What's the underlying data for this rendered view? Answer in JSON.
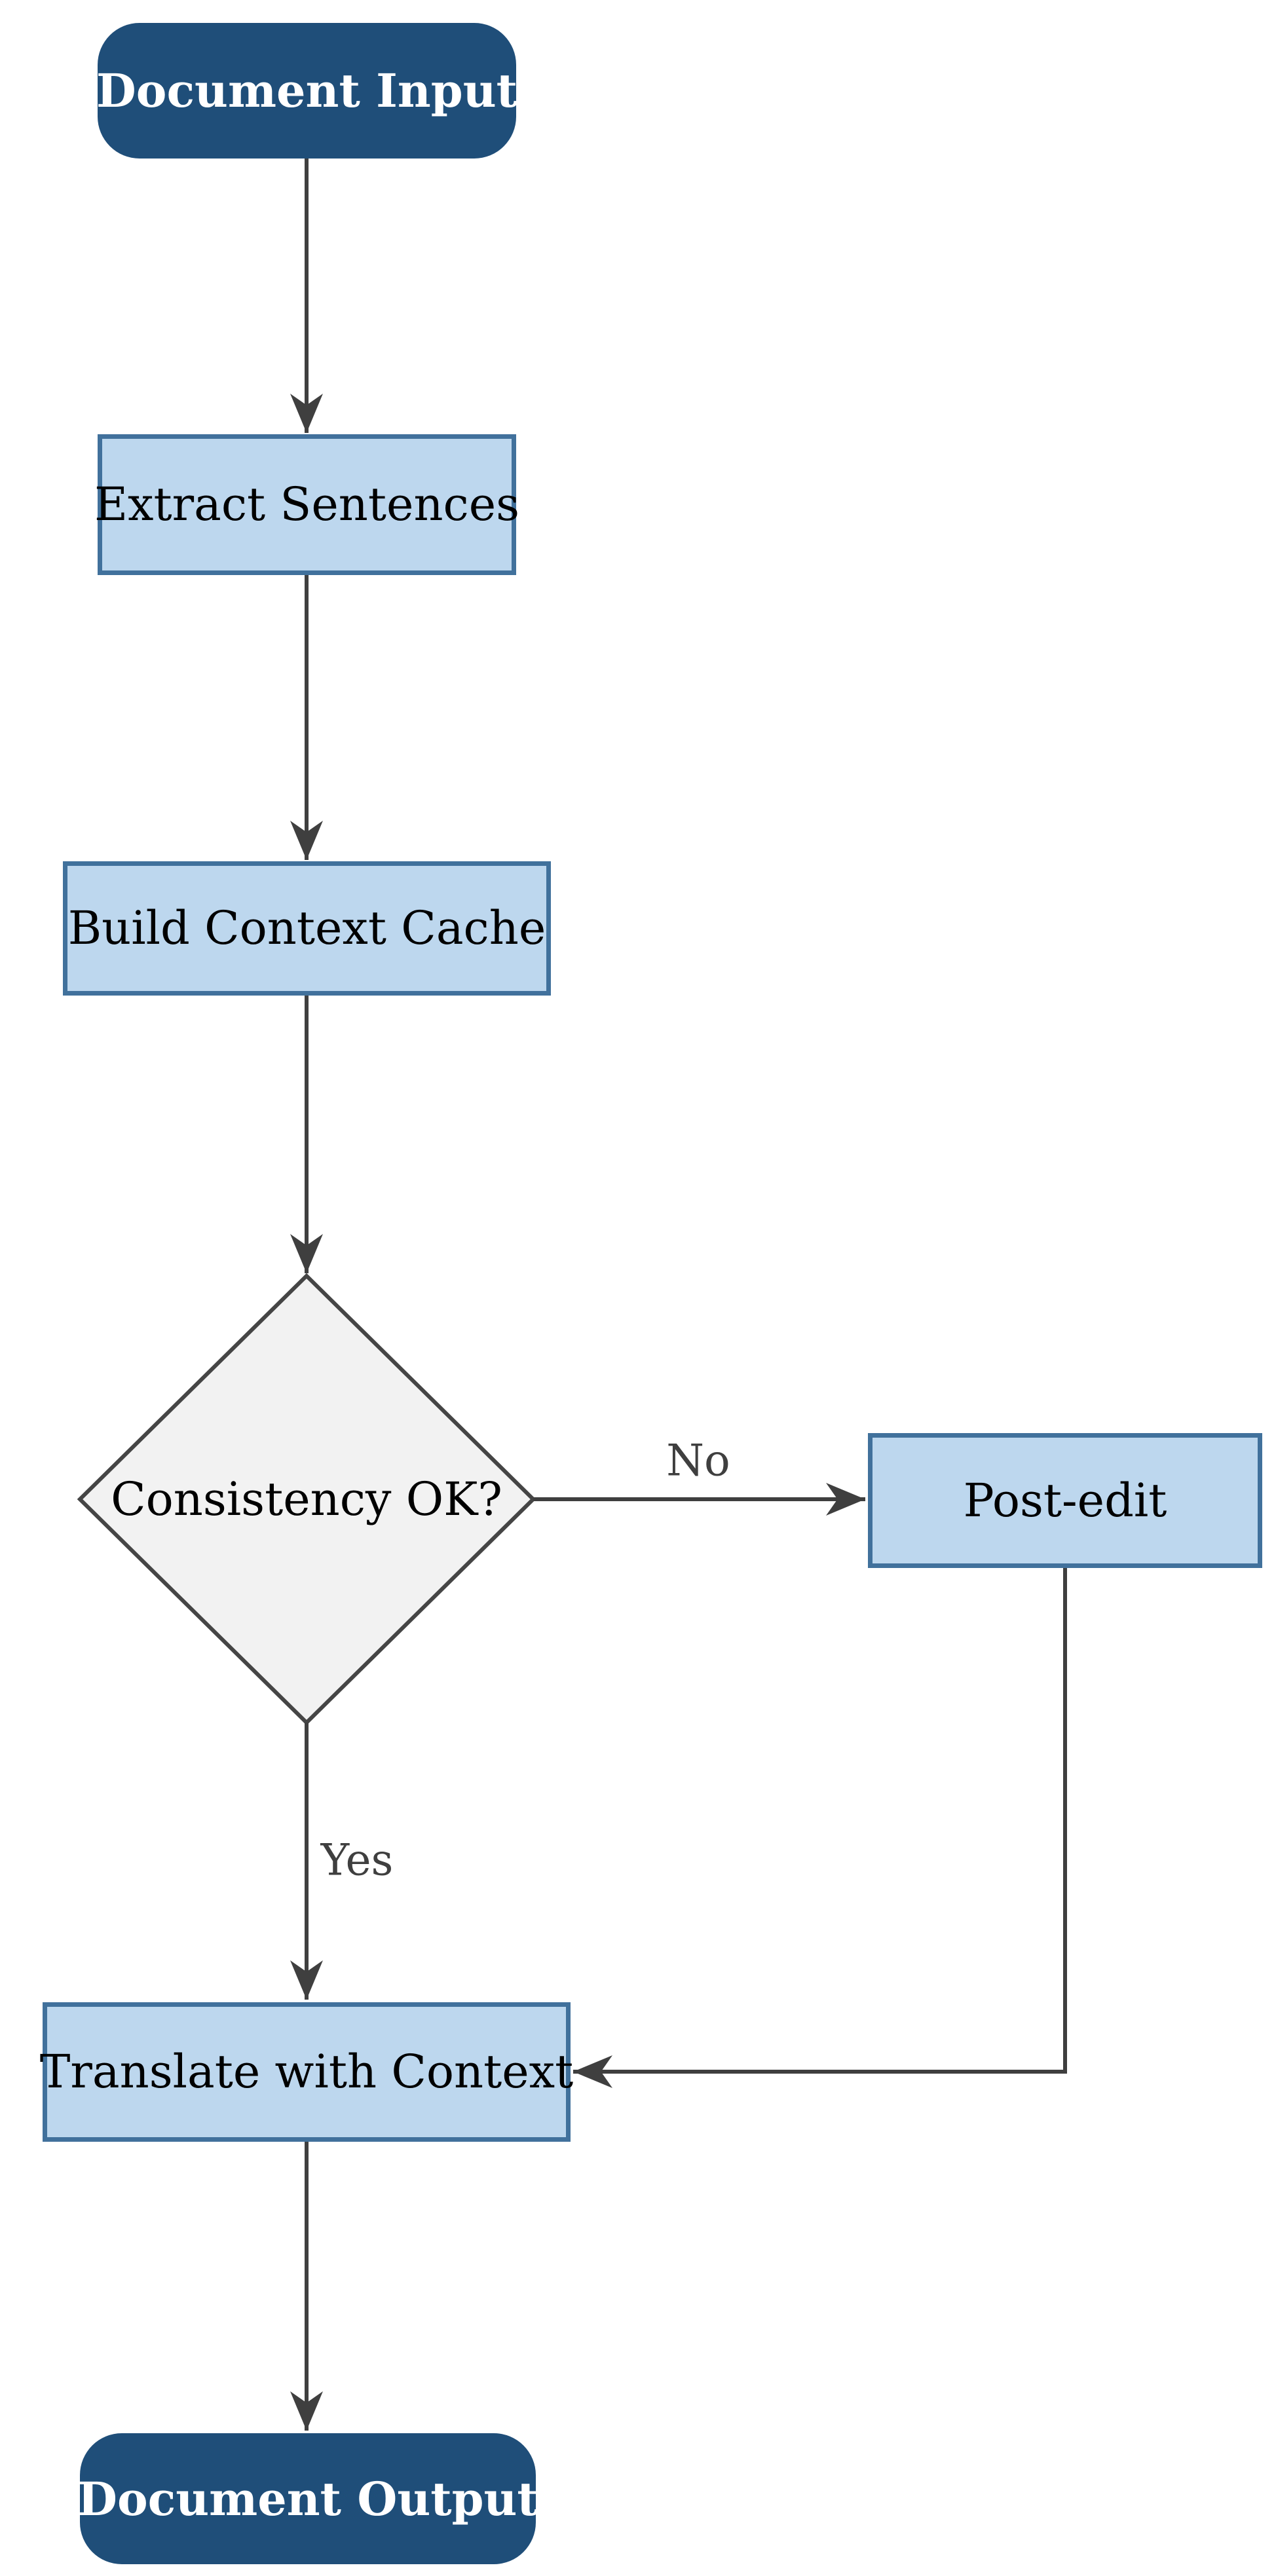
{
  "diagram": {
    "type": "flowchart",
    "direction": "top-down",
    "nodes": [
      {
        "id": "start",
        "shape": "stadium",
        "label": "Document Input"
      },
      {
        "id": "extract",
        "shape": "rect",
        "label": "Extract Sentences"
      },
      {
        "id": "build",
        "shape": "rect",
        "label": "Build Context Cache"
      },
      {
        "id": "decision",
        "shape": "diamond",
        "label": "Consistency OK?"
      },
      {
        "id": "postedit",
        "shape": "rect",
        "label": "Post-edit"
      },
      {
        "id": "translate",
        "shape": "rect",
        "label": "Translate with Context"
      },
      {
        "id": "end",
        "shape": "stadium",
        "label": "Document Output"
      }
    ],
    "edges": [
      {
        "from": "start",
        "to": "extract",
        "label": ""
      },
      {
        "from": "extract",
        "to": "build",
        "label": ""
      },
      {
        "from": "build",
        "to": "decision",
        "label": ""
      },
      {
        "from": "decision",
        "to": "postedit",
        "label": "No"
      },
      {
        "from": "decision",
        "to": "translate",
        "label": "Yes"
      },
      {
        "from": "postedit",
        "to": "translate",
        "label": ""
      },
      {
        "from": "translate",
        "to": "end",
        "label": ""
      }
    ],
    "colors": {
      "background": "#FFFFFF",
      "terminal_fill": "#1F4E79",
      "terminal_text": "#FFFFFF",
      "process_fill": "#BDD7EE",
      "process_border": "#41719C",
      "process_text": "#000000",
      "decision_fill": "#F2F2F2",
      "decision_border": "#454545",
      "connector": "#3F3F3F",
      "edge_label_text": "#3F3F3F"
    }
  }
}
